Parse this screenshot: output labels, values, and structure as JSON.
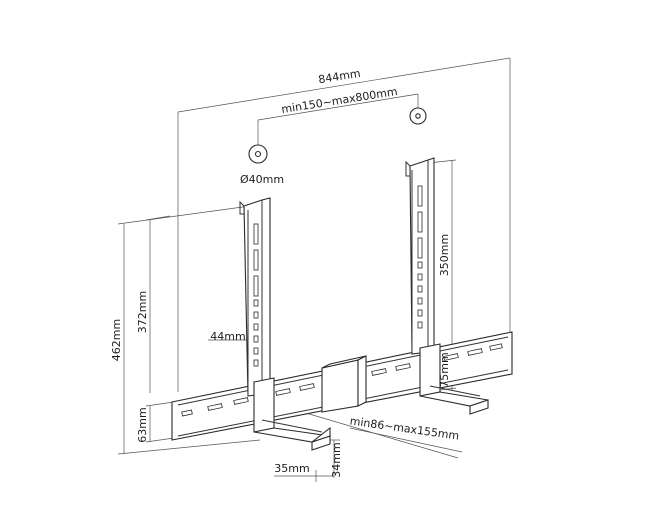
{
  "colors": {
    "line": "#333333",
    "background": "#ffffff"
  },
  "dimensions": {
    "overall_width": "844mm",
    "vesa_range": "min150~max800mm",
    "washer_diameter": "Ø40mm",
    "upright_height": "350mm",
    "total_height": "462mm",
    "height_372": "372mm",
    "upright_width": "44mm",
    "shelf_offset": "75mm",
    "bar_height": "63mm",
    "shelf_depth_range": "min86~max155mm",
    "shelf_width": "35mm",
    "shelf_height": "34mm"
  }
}
